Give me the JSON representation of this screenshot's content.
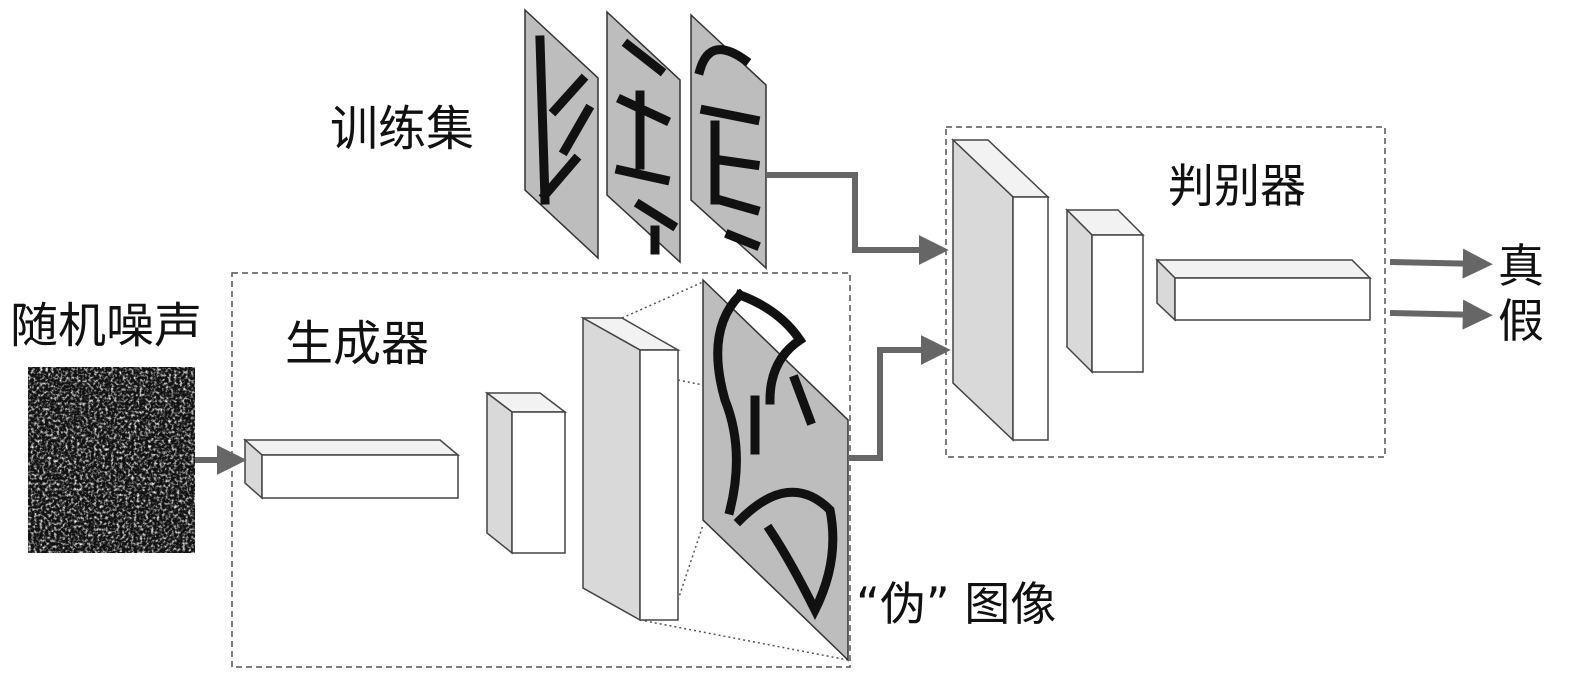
{
  "labels": {
    "training_set": "训练集",
    "discriminator": "判别器",
    "random_noise": "随机噪声",
    "generator": "生成器",
    "fake_image": "“伪” 图像",
    "real": "真",
    "fake": "假"
  },
  "colors": {
    "arrow": "#666666",
    "box_side": "#d9d9d9",
    "image_bg": "#bdbdbd"
  }
}
